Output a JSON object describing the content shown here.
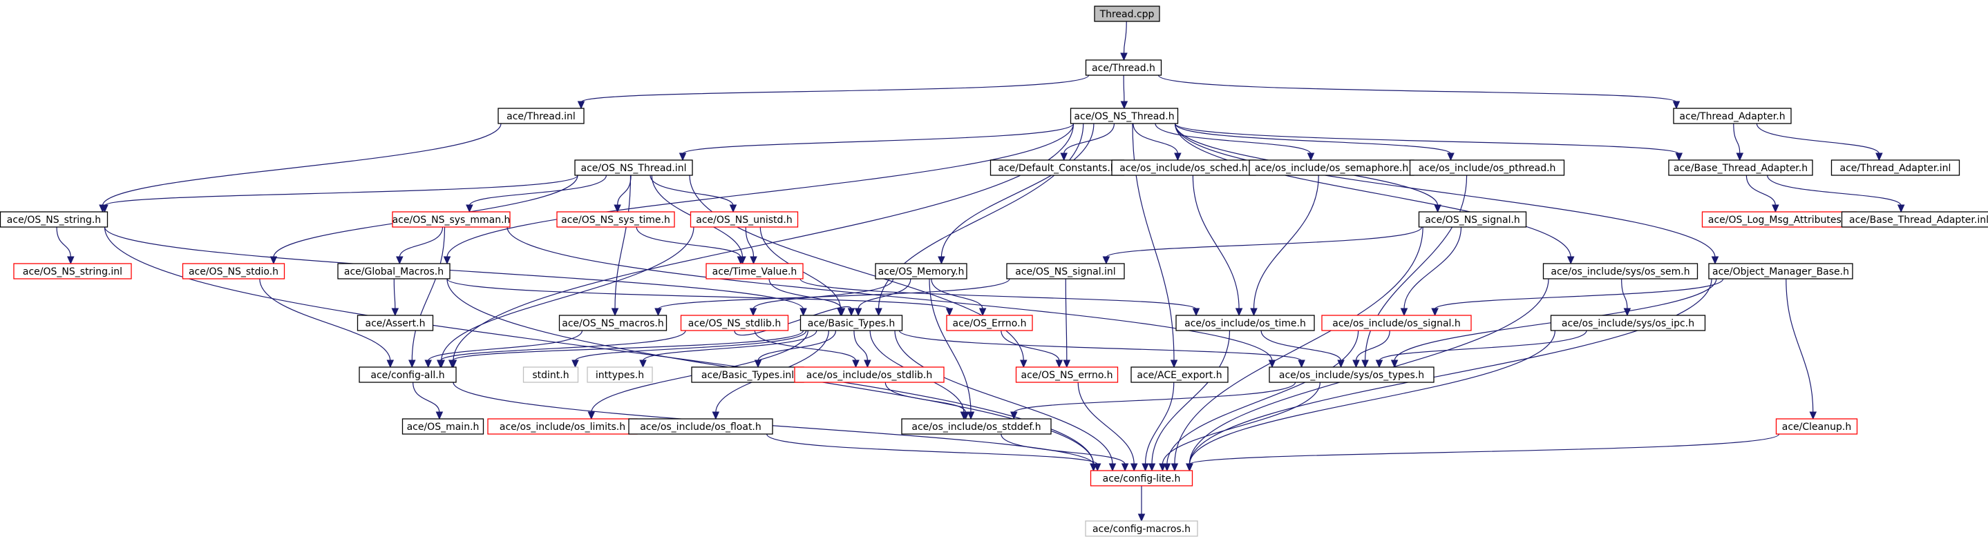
{
  "colors": {
    "edge": "#191970",
    "border_normal": "#000000",
    "border_truncated": "#ff0000",
    "border_external": "#bfbfbf",
    "fill_root": "#bfbfbf",
    "fill_normal": "#ffffff"
  },
  "nodes": [
    {
      "id": "thread_cpp",
      "label": "Thread.cpp",
      "style": "root"
    },
    {
      "id": "thread_h",
      "label": "ace/Thread.h",
      "style": "normal"
    },
    {
      "id": "thread_inl",
      "label": "ace/Thread.inl",
      "style": "normal"
    },
    {
      "id": "os_ns_thread_h",
      "label": "ace/OS_NS_Thread.h",
      "style": "normal"
    },
    {
      "id": "thread_adapter_h",
      "label": "ace/Thread_Adapter.h",
      "style": "normal"
    },
    {
      "id": "os_ns_thread_inl",
      "label": "ace/OS_NS_Thread.inl",
      "style": "normal"
    },
    {
      "id": "default_constants_h",
      "label": "ace/Default_Constants.h",
      "style": "normal"
    },
    {
      "id": "os_sched_h",
      "label": "ace/os_include/os_sched.h",
      "style": "normal"
    },
    {
      "id": "os_semaphore_h",
      "label": "ace/os_include/os_semaphore.h",
      "style": "normal"
    },
    {
      "id": "os_pthread_h",
      "label": "ace/os_include/os_pthread.h",
      "style": "normal"
    },
    {
      "id": "base_thread_adapter_h",
      "label": "ace/Base_Thread_Adapter.h",
      "style": "normal"
    },
    {
      "id": "thread_adapter_inl",
      "label": "ace/Thread_Adapter.inl",
      "style": "normal"
    },
    {
      "id": "os_ns_string_h",
      "label": "ace/OS_NS_string.h",
      "style": "normal"
    },
    {
      "id": "os_ns_sys_mman_h",
      "label": "ace/OS_NS_sys_mman.h",
      "style": "truncated"
    },
    {
      "id": "os_ns_sys_time_h",
      "label": "ace/OS_NS_sys_time.h",
      "style": "truncated"
    },
    {
      "id": "os_ns_unistd_h",
      "label": "ace/OS_NS_unistd.h",
      "style": "truncated"
    },
    {
      "id": "os_ns_signal_h",
      "label": "ace/OS_NS_signal.h",
      "style": "normal"
    },
    {
      "id": "os_log_msg_attributes_h",
      "label": "ace/OS_Log_Msg_Attributes.h",
      "style": "truncated"
    },
    {
      "id": "base_thread_adapter_inl",
      "label": "ace/Base_Thread_Adapter.inl",
      "style": "normal"
    },
    {
      "id": "os_ns_string_inl",
      "label": "ace/OS_NS_string.inl",
      "style": "truncated"
    },
    {
      "id": "os_ns_stdio_h",
      "label": "ace/OS_NS_stdio.h",
      "style": "truncated"
    },
    {
      "id": "global_macros_h",
      "label": "ace/Global_Macros.h",
      "style": "normal"
    },
    {
      "id": "time_value_h",
      "label": "ace/Time_Value.h",
      "style": "truncated"
    },
    {
      "id": "os_memory_h",
      "label": "ace/OS_Memory.h",
      "style": "normal"
    },
    {
      "id": "os_ns_signal_inl",
      "label": "ace/OS_NS_signal.inl",
      "style": "normal"
    },
    {
      "id": "os_sys_sem_h",
      "label": "ace/os_include/sys/os_sem.h",
      "style": "normal"
    },
    {
      "id": "object_manager_base_h",
      "label": "ace/Object_Manager_Base.h",
      "style": "normal"
    },
    {
      "id": "assert_h",
      "label": "ace/Assert.h",
      "style": "normal"
    },
    {
      "id": "os_ns_macros_h",
      "label": "ace/OS_NS_macros.h",
      "style": "normal"
    },
    {
      "id": "os_ns_stdlib_h",
      "label": "ace/OS_NS_stdlib.h",
      "style": "truncated"
    },
    {
      "id": "basic_types_h",
      "label": "ace/Basic_Types.h",
      "style": "normal"
    },
    {
      "id": "os_errno_h",
      "label": "ace/OS_Errno.h",
      "style": "truncated"
    },
    {
      "id": "os_time_h",
      "label": "ace/os_include/os_time.h",
      "style": "normal"
    },
    {
      "id": "os_signal_h",
      "label": "ace/os_include/os_signal.h",
      "style": "truncated"
    },
    {
      "id": "os_sys_ipc_h",
      "label": "ace/os_include/sys/os_ipc.h",
      "style": "normal"
    },
    {
      "id": "config_all_h",
      "label": "ace/config-all.h",
      "style": "normal"
    },
    {
      "id": "stdint_h",
      "label": "stdint.h",
      "style": "external"
    },
    {
      "id": "inttypes_h",
      "label": "inttypes.h",
      "style": "external"
    },
    {
      "id": "basic_types_inl",
      "label": "ace/Basic_Types.inl",
      "style": "normal"
    },
    {
      "id": "os_stdlib_h",
      "label": "ace/os_include/os_stdlib.h",
      "style": "truncated"
    },
    {
      "id": "os_ns_errno_h",
      "label": "ace/OS_NS_errno.h",
      "style": "truncated"
    },
    {
      "id": "ace_export_h",
      "label": "ace/ACE_export.h",
      "style": "normal"
    },
    {
      "id": "os_sys_types_h",
      "label": "ace/os_include/sys/os_types.h",
      "style": "normal"
    },
    {
      "id": "os_main_h",
      "label": "ace/OS_main.h",
      "style": "normal"
    },
    {
      "id": "os_limits_h",
      "label": "ace/os_include/os_limits.h",
      "style": "truncated"
    },
    {
      "id": "os_float_h",
      "label": "ace/os_include/os_float.h",
      "style": "normal"
    },
    {
      "id": "os_stddef_h",
      "label": "ace/os_include/os_stddef.h",
      "style": "normal"
    },
    {
      "id": "cleanup_h",
      "label": "ace/Cleanup.h",
      "style": "truncated"
    },
    {
      "id": "config_lite_h",
      "label": "ace/config-lite.h",
      "style": "truncated"
    },
    {
      "id": "config_macros_h",
      "label": "ace/config-macros.h",
      "style": "external"
    }
  ],
  "edges": [
    [
      "thread_cpp",
      "thread_h"
    ],
    [
      "thread_h",
      "thread_inl"
    ],
    [
      "thread_h",
      "os_ns_thread_h"
    ],
    [
      "thread_h",
      "thread_adapter_h"
    ],
    [
      "thread_inl",
      "os_ns_string_h"
    ],
    [
      "os_ns_thread_h",
      "os_ns_thread_inl"
    ],
    [
      "os_ns_thread_h",
      "default_constants_h"
    ],
    [
      "os_ns_thread_h",
      "os_sched_h"
    ],
    [
      "os_ns_thread_h",
      "os_semaphore_h"
    ],
    [
      "os_ns_thread_h",
      "os_pthread_h"
    ],
    [
      "os_ns_thread_h",
      "base_thread_adapter_h"
    ],
    [
      "os_ns_thread_h",
      "os_ns_signal_h"
    ],
    [
      "os_ns_thread_h",
      "os_sys_sem_h"
    ],
    [
      "os_ns_thread_h",
      "object_manager_base_h"
    ],
    [
      "os_ns_thread_h",
      "global_macros_h"
    ],
    [
      "os_ns_thread_h",
      "os_memory_h"
    ],
    [
      "os_ns_thread_h",
      "basic_types_h"
    ],
    [
      "os_ns_thread_h",
      "config_all_h"
    ],
    [
      "os_ns_thread_h",
      "ace_export_h"
    ],
    [
      "thread_adapter_h",
      "base_thread_adapter_h"
    ],
    [
      "thread_adapter_h",
      "thread_adapter_inl"
    ],
    [
      "base_thread_adapter_h",
      "os_log_msg_attributes_h"
    ],
    [
      "base_thread_adapter_h",
      "base_thread_adapter_inl"
    ],
    [
      "os_ns_thread_inl",
      "os_ns_string_h"
    ],
    [
      "os_ns_thread_inl",
      "os_ns_sys_mman_h"
    ],
    [
      "os_ns_thread_inl",
      "os_ns_sys_time_h"
    ],
    [
      "os_ns_thread_inl",
      "os_ns_unistd_h"
    ],
    [
      "os_ns_thread_inl",
      "os_ns_stdio_h"
    ],
    [
      "os_ns_thread_inl",
      "time_value_h"
    ],
    [
      "os_ns_thread_inl",
      "os_ns_macros_h"
    ],
    [
      "os_ns_thread_inl",
      "os_ns_errno_h"
    ],
    [
      "os_ns_string_h",
      "os_ns_string_inl"
    ],
    [
      "os_ns_string_h",
      "basic_types_h"
    ],
    [
      "os_ns_string_h",
      "config_lite_h"
    ],
    [
      "os_ns_sys_mman_h",
      "global_macros_h"
    ],
    [
      "os_ns_sys_mman_h",
      "config_all_h"
    ],
    [
      "os_ns_sys_mman_h",
      "os_sys_types_h"
    ],
    [
      "os_ns_sys_time_h",
      "time_value_h"
    ],
    [
      "os_ns_unistd_h",
      "time_value_h"
    ],
    [
      "os_ns_unistd_h",
      "basic_types_h"
    ],
    [
      "os_ns_unistd_h",
      "config_all_h"
    ],
    [
      "os_ns_stdio_h",
      "config_all_h"
    ],
    [
      "global_macros_h",
      "assert_h"
    ],
    [
      "global_macros_h",
      "os_errno_h"
    ],
    [
      "global_macros_h",
      "config_lite_h"
    ],
    [
      "time_value_h",
      "basic_types_h"
    ],
    [
      "time_value_h",
      "os_time_h"
    ],
    [
      "os_memory_h",
      "os_errno_h"
    ],
    [
      "os_memory_h",
      "basic_types_h"
    ],
    [
      "os_memory_h",
      "os_ns_stdlib_h"
    ],
    [
      "os_memory_h",
      "os_stddef_h"
    ],
    [
      "os_ns_signal_h",
      "os_ns_signal_inl"
    ],
    [
      "os_ns_signal_h",
      "os_signal_h"
    ],
    [
      "os_ns_signal_h",
      "config_lite_h"
    ],
    [
      "os_ns_signal_inl",
      "os_ns_macros_h"
    ],
    [
      "os_ns_signal_inl",
      "os_ns_errno_h"
    ],
    [
      "os_sched_h",
      "os_time_h"
    ],
    [
      "os_semaphore_h",
      "os_time_h"
    ],
    [
      "os_pthread_h",
      "os_sys_types_h"
    ],
    [
      "os_sys_sem_h",
      "os_sys_ipc_h"
    ],
    [
      "os_sys_sem_h",
      "config_lite_h"
    ],
    [
      "object_manager_base_h",
      "os_signal_h"
    ],
    [
      "object_manager_base_h",
      "cleanup_h"
    ],
    [
      "object_manager_base_h",
      "os_sys_types_h"
    ],
    [
      "object_manager_base_h",
      "config_lite_h"
    ],
    [
      "os_ns_macros_h",
      "config_all_h"
    ],
    [
      "os_ns_stdlib_h",
      "basic_types_h"
    ],
    [
      "os_ns_stdlib_h",
      "os_stdlib_h"
    ],
    [
      "os_ns_stdlib_h",
      "config_all_h"
    ],
    [
      "basic_types_h",
      "stdint_h"
    ],
    [
      "basic_types_h",
      "inttypes_h"
    ],
    [
      "basic_types_h",
      "basic_types_inl"
    ],
    [
      "basic_types_h",
      "os_stdlib_h"
    ],
    [
      "basic_types_h",
      "os_limits_h"
    ],
    [
      "basic_types_h",
      "os_float_h"
    ],
    [
      "basic_types_h",
      "os_stddef_h"
    ],
    [
      "basic_types_h",
      "os_sys_types_h"
    ],
    [
      "basic_types_h",
      "config_all_h"
    ],
    [
      "basic_types_h",
      "config_lite_h"
    ],
    [
      "os_errno_h",
      "os_ns_errno_h"
    ],
    [
      "os_time_h",
      "os_sys_types_h"
    ],
    [
      "os_time_h",
      "config_lite_h"
    ],
    [
      "os_signal_h",
      "os_sys_types_h"
    ],
    [
      "os_signal_h",
      "config_lite_h"
    ],
    [
      "os_sys_ipc_h",
      "os_sys_types_h"
    ],
    [
      "os_sys_ipc_h",
      "config_lite_h"
    ],
    [
      "config_all_h",
      "os_main_h"
    ],
    [
      "config_all_h",
      "config_lite_h"
    ],
    [
      "os_stdlib_h",
      "os_stddef_h"
    ],
    [
      "os_ns_errno_h",
      "config_lite_h"
    ],
    [
      "ace_export_h",
      "config_lite_h"
    ],
    [
      "os_sys_types_h",
      "os_stddef_h"
    ],
    [
      "os_sys_types_h",
      "config_lite_h"
    ],
    [
      "os_float_h",
      "config_lite_h"
    ],
    [
      "os_stddef_h",
      "config_lite_h"
    ],
    [
      "cleanup_h",
      "config_lite_h"
    ],
    [
      "config_lite_h",
      "config_macros_h"
    ]
  ]
}
